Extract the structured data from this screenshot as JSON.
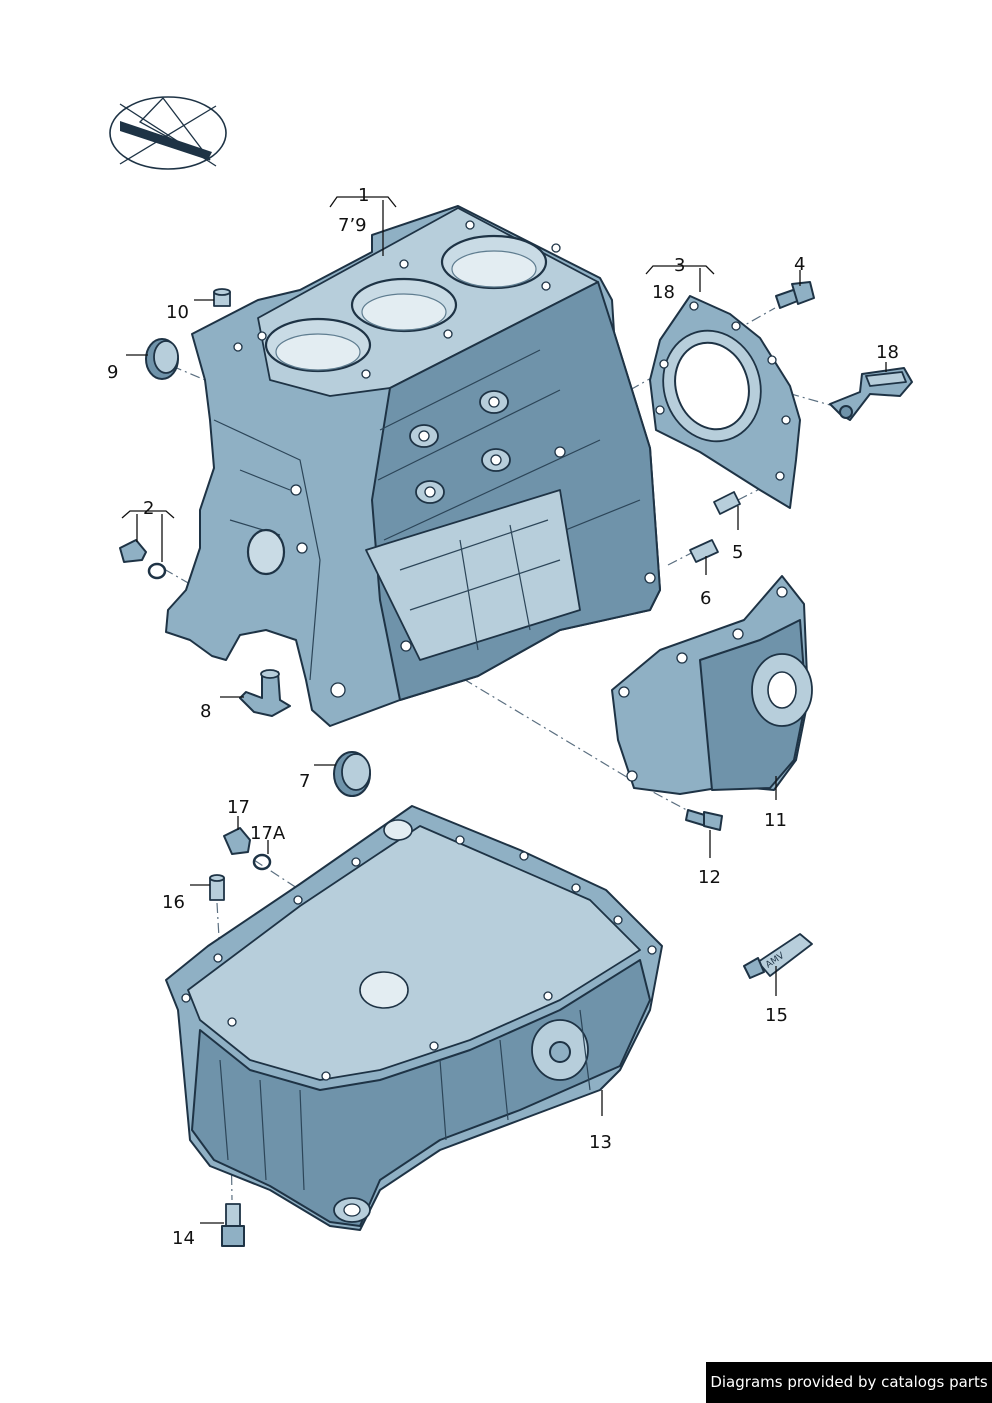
{
  "callouts": {
    "c1": "1",
    "c1_sub": "7’9",
    "c2": "2",
    "c3": "3",
    "c3_sub": "18",
    "c4": "4",
    "c5": "5",
    "c6": "6",
    "c7": "7",
    "c8": "8",
    "c9": "9",
    "c10": "10",
    "c11": "11",
    "c12": "12",
    "c13": "13",
    "c14": "14",
    "c15": "15",
    "c16": "16",
    "c17": "17",
    "c17a": "17A",
    "c18": "18"
  },
  "tube_label": "AMV",
  "credit": "Diagrams provided by catalogs parts",
  "colors": {
    "part_fill": "#8fb0c4",
    "outline": "#1e3345",
    "credit_bg": "#000000"
  }
}
